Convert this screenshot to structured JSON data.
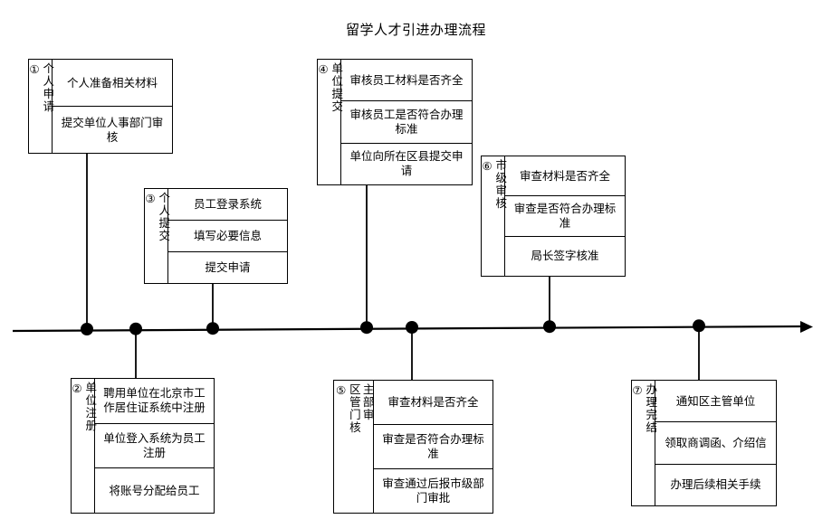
{
  "title": "留学人才引进办理流程",
  "timeline": {
    "axis_color": "#000000",
    "arrow_direction": "right",
    "node_count": 7
  },
  "stages": [
    {
      "id": "stage-1",
      "marker": "①",
      "label": "个人申请",
      "label_lines": [
        "个人申请"
      ],
      "position": "above",
      "rows": [
        "个人准备相关材料",
        "提交单位人事部门审核"
      ]
    },
    {
      "id": "stage-2",
      "marker": "②",
      "label": "单位注册",
      "label_lines": [
        "单位注册"
      ],
      "position": "below",
      "rows": [
        "聘用单位在北京市工作居住证系统中注册",
        "单位登入系统为员工注册",
        "将账号分配给员工"
      ]
    },
    {
      "id": "stage-3",
      "marker": "③",
      "label": "个人提交",
      "label_lines": [
        "个人提交"
      ],
      "position": "above",
      "rows": [
        "员工登录系统",
        "填写必要信息",
        "提交申请"
      ]
    },
    {
      "id": "stage-4",
      "marker": "④",
      "label": "单位提交",
      "label_lines": [
        "单位提交"
      ],
      "position": "above",
      "rows": [
        "审核员工材料是否齐全",
        "审核员工是否符合办理标准",
        "单位向所在区县提交申请"
      ]
    },
    {
      "id": "stage-5",
      "marker": "⑤",
      "label": "区主管部门审核",
      "label_lines": [
        "区管门核",
        "主部审"
      ],
      "position": "below",
      "rows": [
        "审查材料是否齐全",
        "审查是否符合办理标准",
        "审查通过后报市级部门审批"
      ]
    },
    {
      "id": "stage-6",
      "marker": "⑥",
      "label": "市级审核",
      "label_lines": [
        "市级审核"
      ],
      "position": "above",
      "rows": [
        "审查材料是否齐全",
        "审查是否符合办理标准",
        "局长签字核准"
      ]
    },
    {
      "id": "stage-7",
      "marker": "⑦",
      "label": "办理完结",
      "label_lines": [
        "办理完结"
      ],
      "position": "below",
      "rows": [
        "通知区主管单位",
        "领取商调函、介绍信",
        "办理后续相关手续"
      ]
    }
  ]
}
